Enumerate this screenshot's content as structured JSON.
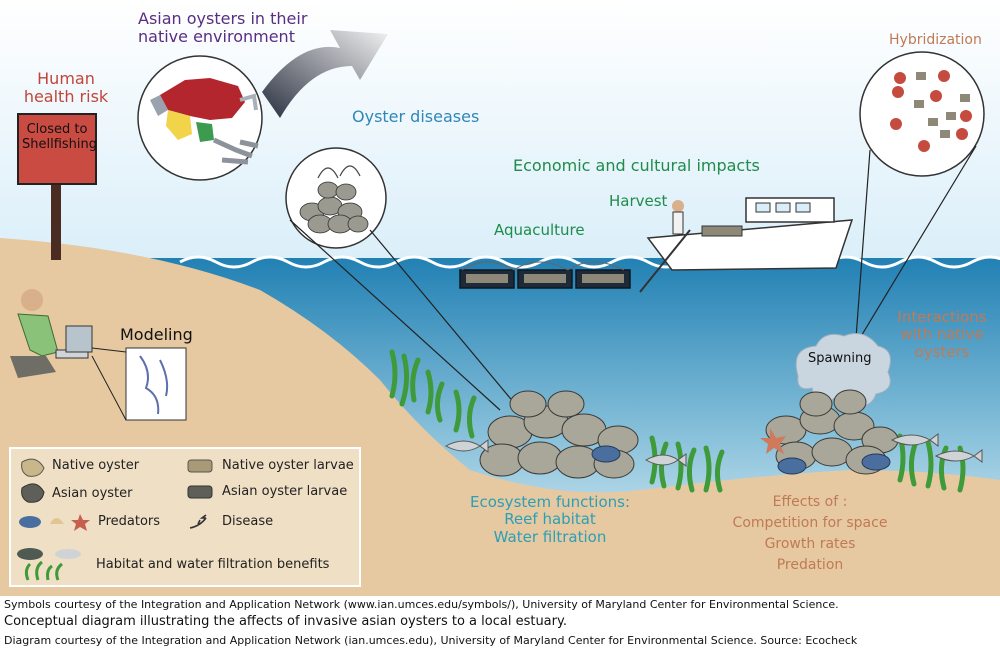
{
  "labels": {
    "human_health_risk": "Human health risk",
    "sign_closed": "Closed to Shellfishing",
    "asian_oysters_native": "Asian oysters in their native environment",
    "oyster_diseases": "Oyster diseases",
    "economic_cultural": "Economic and cultural impacts",
    "harvest": "Harvest",
    "aquaculture": "Aquaculture",
    "hybridization": "Hybridization",
    "interactions_native": "Interactions with native oysters",
    "spawning": "Spawning",
    "modeling": "Modeling",
    "ecosystem_functions": [
      "Ecosystem functions:",
      "Reef habitat",
      "Water filtration"
    ],
    "effects_of": [
      "Effects of :",
      "Competition for space",
      "Growth rates",
      "Predation"
    ]
  },
  "legend": {
    "native_oyster": "Native oyster",
    "asian_oyster": "Asian oyster",
    "predators": "Predators",
    "native_larvae": "Native oyster larvae",
    "asian_larvae": "Asian oyster larvae",
    "disease": "Disease",
    "habitat_benefits": "Habitat and water filtration benefits"
  },
  "footer": {
    "symbols_credit": "Symbols courtesy of the Integration and Application Network (www.ian.umces.edu/symbols/), University of Maryland Center for Environmental Science.",
    "caption": "Conceptual diagram illustrating the affects of invasive asian oysters to a local estuary.",
    "diagram_credit": "Diagram courtesy of the Integration and Application Network (ian.umces.edu), University of Maryland Center for Environmental Science. Source: Ecocheck"
  },
  "colors": {
    "sky": "#dff1fa",
    "water": "#2f8fbd",
    "sand": "#e6c9a1",
    "sign_red": "#c94b42",
    "seagrass": "#3f9a3a"
  }
}
